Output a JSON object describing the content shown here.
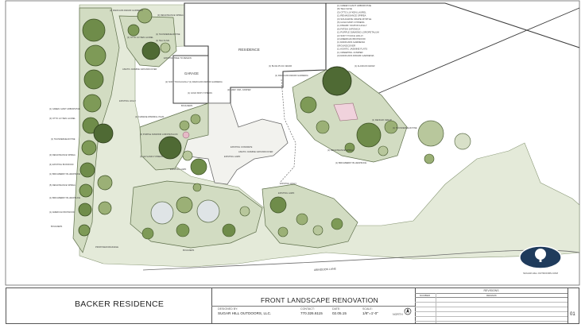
{
  "project": {
    "name": "BACKER RESIDENCE",
    "sheet_title": "FRONT LANDSCAPE RENOVATION",
    "designed_by_label": "DESIGNED BY:",
    "designed_by": "SUGAR HILL OUTDOORS, LLC.",
    "contact_label": "CONTACT:",
    "contact": "770.326.6115",
    "date_label": "DATE:",
    "date": "02.05.15",
    "scale_label": "SCALE:",
    "scale": "1/8\"=1'-0\"",
    "north_label": "NORTH",
    "sheet_number": "01"
  },
  "revisions": {
    "header": "REVISIONS",
    "col_number": "NUMBER",
    "col_remark": "REMARK"
  },
  "plan_labels": {
    "residence": "RESIDENCE",
    "garage": "GARAGE",
    "road": "ABINGDON LANE",
    "logo_text": "SUGAR HILL OUTDOORS.COM"
  },
  "plant_schedule": [
    "(1) GREEN GIANT ARBORVITAE",
    "(8) TEA OLIVE",
    "(3) OTTO LUYKEN LAUREL",
    "(1) RENAISSANCE SPIREA",
    "(3) SOULMATE CRAPE MYRTLE",
    "(5) GOLD MOP CYPRESS",
    "(1) DWARF YAUPON HOLLY",
    "(6) FATSIA JAPONICA",
    "(1) PURPLE DIAMOND LOROPETALUM",
    "(2) SOFT TOUCH HOLLY",
    "(2) AMERICAN BOXWOOD",
    "(1) RADICANS GARDENIA",
    "GROUNDCOVER",
    "(1) ASIATIC JASMINE FLATS",
    "(1) CREEPING JUNIPER",
    "(3) RADICANS DWARF GARDENIA"
  ],
  "callouts": [
    "(1) RADICANS DWARF GARDENIA",
    "(3) RENAISSANCE SPIREA",
    "(1) THUNDERHEAD PINE",
    "(1) OTTO LUYKEN LAUREL",
    "(1) TEA OLIVE",
    "ASIATIC JASMINE GROUNDCOVER",
    "EXISTING TREE TO REMAIN",
    "(2) SOFT TOUCH HOLLY",
    "(1) GREEN GIANT ARBORVITAE",
    "(3) OTTO LUYKEN LAUREL",
    "(2) CHINESE WINDMILL PALM",
    "(3) PURPLE DIAMOND LOROPETALUM",
    "(1) LEYLAND CYPRESS",
    "(1) THUNDERHEAD PINE",
    "(3) RENAISSANCE SPIREA",
    "(4) EXISTING BOXWOOD",
    "(1) BIRCHBERRY BLUESPRUCE",
    "(5) RENAISSANCE SPIREA",
    "(1) BIRCHBERRY BLUESPRUCE",
    "(1) AMERICAN BOXWOOD",
    "(1) ALASKAN CEDAR",
    "(1) DEODAR CEDAR",
    "(1) THUNDERHEAD PINE",
    "(1) RADICANS DWARF GARDENIA",
    "(1) GOLD MOP CYPRESS",
    "(1) BLUE ATLAS CEDAR",
    "(1) RADICANS DWARF GARDENIA",
    "(1) RENAISSANCE SPIREA",
    "(1) BIRCHBERRY BLUESPRUCE",
    "(2) GREY OWL JUNIPER",
    "EXISTING HOLLY",
    "EXISTING HOLLY",
    "BOULDERS",
    "EXISTING LAWN",
    "EXISTING LAWN",
    "EXISTING LAWN",
    "BOULDERS",
    "EXISTING CONCRETE",
    "ASIATIC JASMINE GROUNDCOVER",
    "BOULDERS",
    "PROPOSED DRAINAGE"
  ],
  "colors": {
    "paper": "#ffffff",
    "lawn": "#e4ead9",
    "bed": "#d2dcc2",
    "shrub": "#9bb076",
    "shrub_dark": "#4f6a34",
    "tree": "#6f8c4a",
    "line": "#3b3b3b",
    "logo": "#1f3b5c"
  }
}
